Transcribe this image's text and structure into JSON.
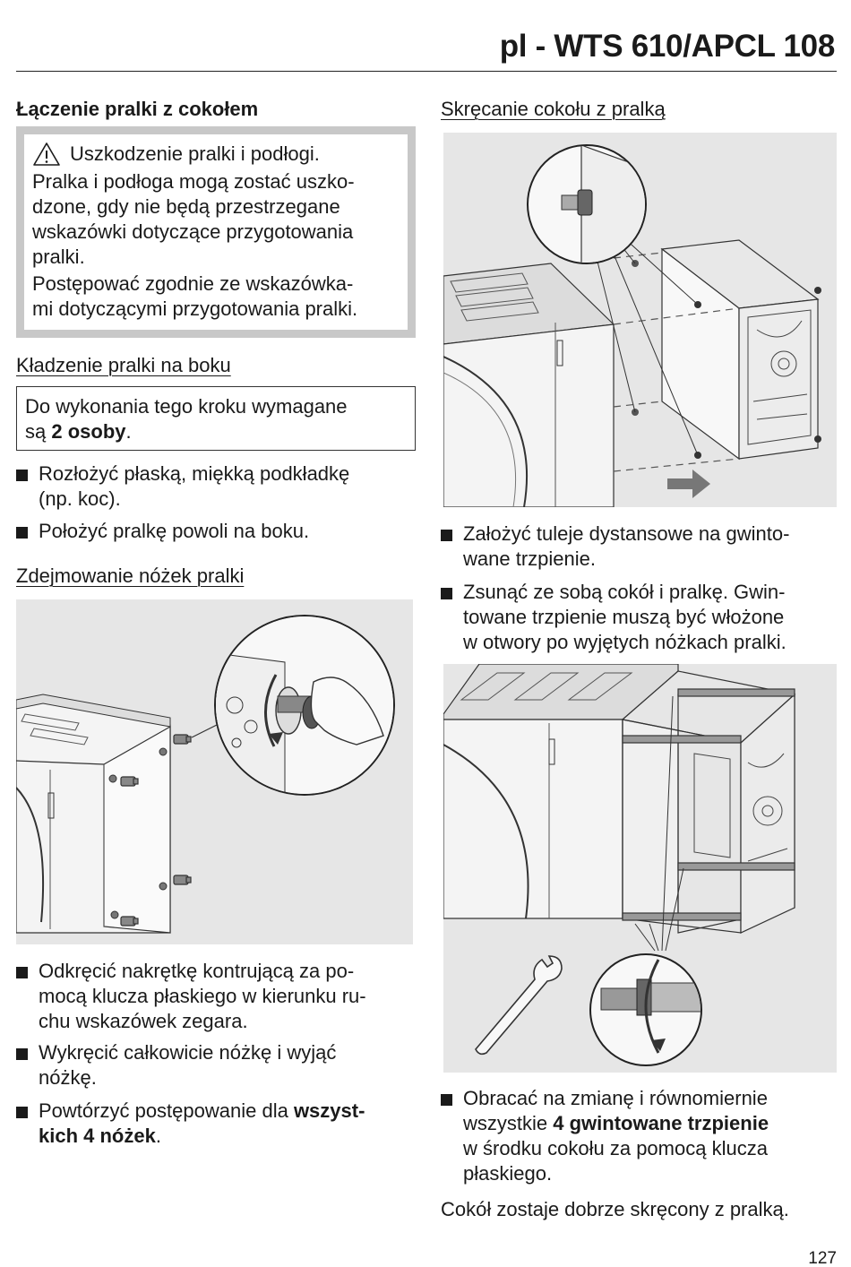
{
  "header": {
    "title": "pl - WTS 610/APCL 108"
  },
  "left": {
    "heading": "Łączenie pralki z cokołem",
    "warning": {
      "title": "Uszkodzenie pralki i podłogi.",
      "para1": [
        "Pralka i podłoga mogą zostać uszko-",
        "dzone, gdy nie będą przestrzegane",
        "wskazówki dotyczące przygotowania",
        "pralki."
      ],
      "para2": [
        "Postępować zgodnie ze wskazówka-",
        "mi dotyczącymi przygotowania pralki."
      ]
    },
    "sub1": "Kładzenie pralki na boku",
    "info": {
      "line1": "Do wykonania tego kroku wymagane",
      "line2_pre": "są ",
      "line2_bold": "2 osoby",
      "line2_post": "."
    },
    "bullets1": [
      [
        "Rozłożyć płaską, miękką podkładkę",
        "(np. koc)."
      ],
      [
        "Położyć pralkę powoli na boku."
      ]
    ],
    "sub2": "Zdejmowanie nóżek pralki",
    "bullets2": [
      [
        "Odkręcić nakrętkę kontrującą za po-",
        "mocą klucza płaskiego w kierunku ru-",
        "chu wskazówek zegara."
      ],
      [
        "Wykręcić całkowicie nóżkę i wyjąć",
        "nóżkę."
      ]
    ],
    "bullet3": {
      "line1_pre": "Powtórzyć postępowanie dla ",
      "line1_bold": "wszyst-",
      "line2_bold": "kich 4 nóżek",
      "line2_post": "."
    }
  },
  "right": {
    "sub1": "Skręcanie cokołu z pralką",
    "bullets1": [
      [
        "Założyć tuleje dystansowe na gwinto-",
        "wane trzpienie."
      ],
      [
        "Zsunąć ze sobą cokół i pralkę. Gwin-",
        "towane trzpienie muszą być włożone",
        "w otwory po wyjętych nóżkach pralki."
      ]
    ],
    "bullet3": {
      "line1": "Obracać na zmianę i równomiernie",
      "line2_pre": "wszystkie ",
      "line2_bold": "4 gwintowane trzpienie",
      "line3": "w środku cokołu za pomocą klucza",
      "line4": "płaskiego."
    },
    "closing": "Cokół zostaje dobrze skręcony z pralką."
  },
  "page_number": "127"
}
